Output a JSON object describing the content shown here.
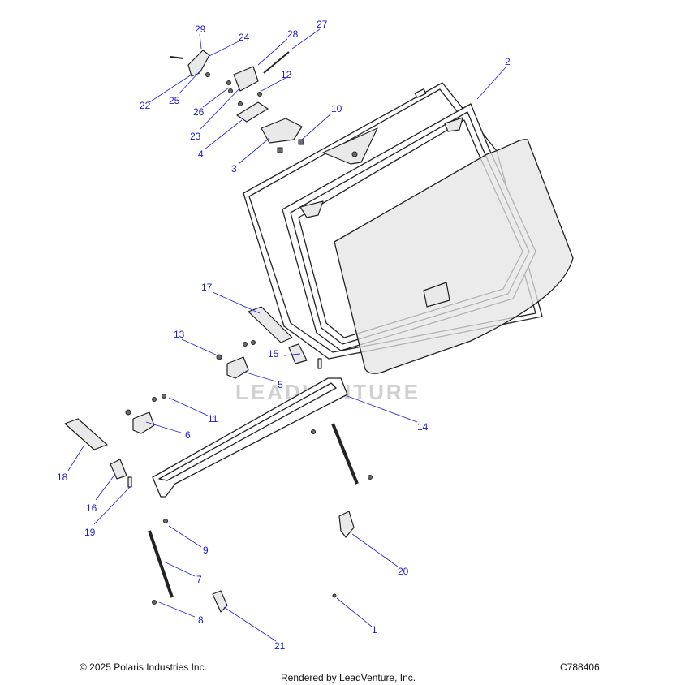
{
  "watermark": "LEADVENTURE",
  "footer": {
    "copyright": "© 2025 Polaris Industries Inc.",
    "rendered_by": "Rendered by LeadVenture, Inc.",
    "drawing_id": "C788406"
  },
  "callouts": {
    "c1": "1",
    "c2": "2",
    "c3": "3",
    "c4": "4",
    "c5": "5",
    "c6": "6",
    "c7": "7",
    "c8": "8",
    "c9": "9",
    "c10": "10",
    "c11": "11",
    "c12": "12",
    "c13": "13",
    "c14": "14",
    "c15": "15",
    "c16": "16",
    "c17": "17",
    "c18": "18",
    "c19": "19",
    "c20": "20",
    "c21": "21",
    "c22": "22",
    "c23": "23",
    "c24": "24",
    "c25": "25",
    "c26": "26",
    "c27": "27",
    "c28": "28",
    "c29": "29"
  },
  "colors": {
    "callout": "#1a1acc",
    "leader": "#2b2bd0",
    "line": "#222222"
  }
}
